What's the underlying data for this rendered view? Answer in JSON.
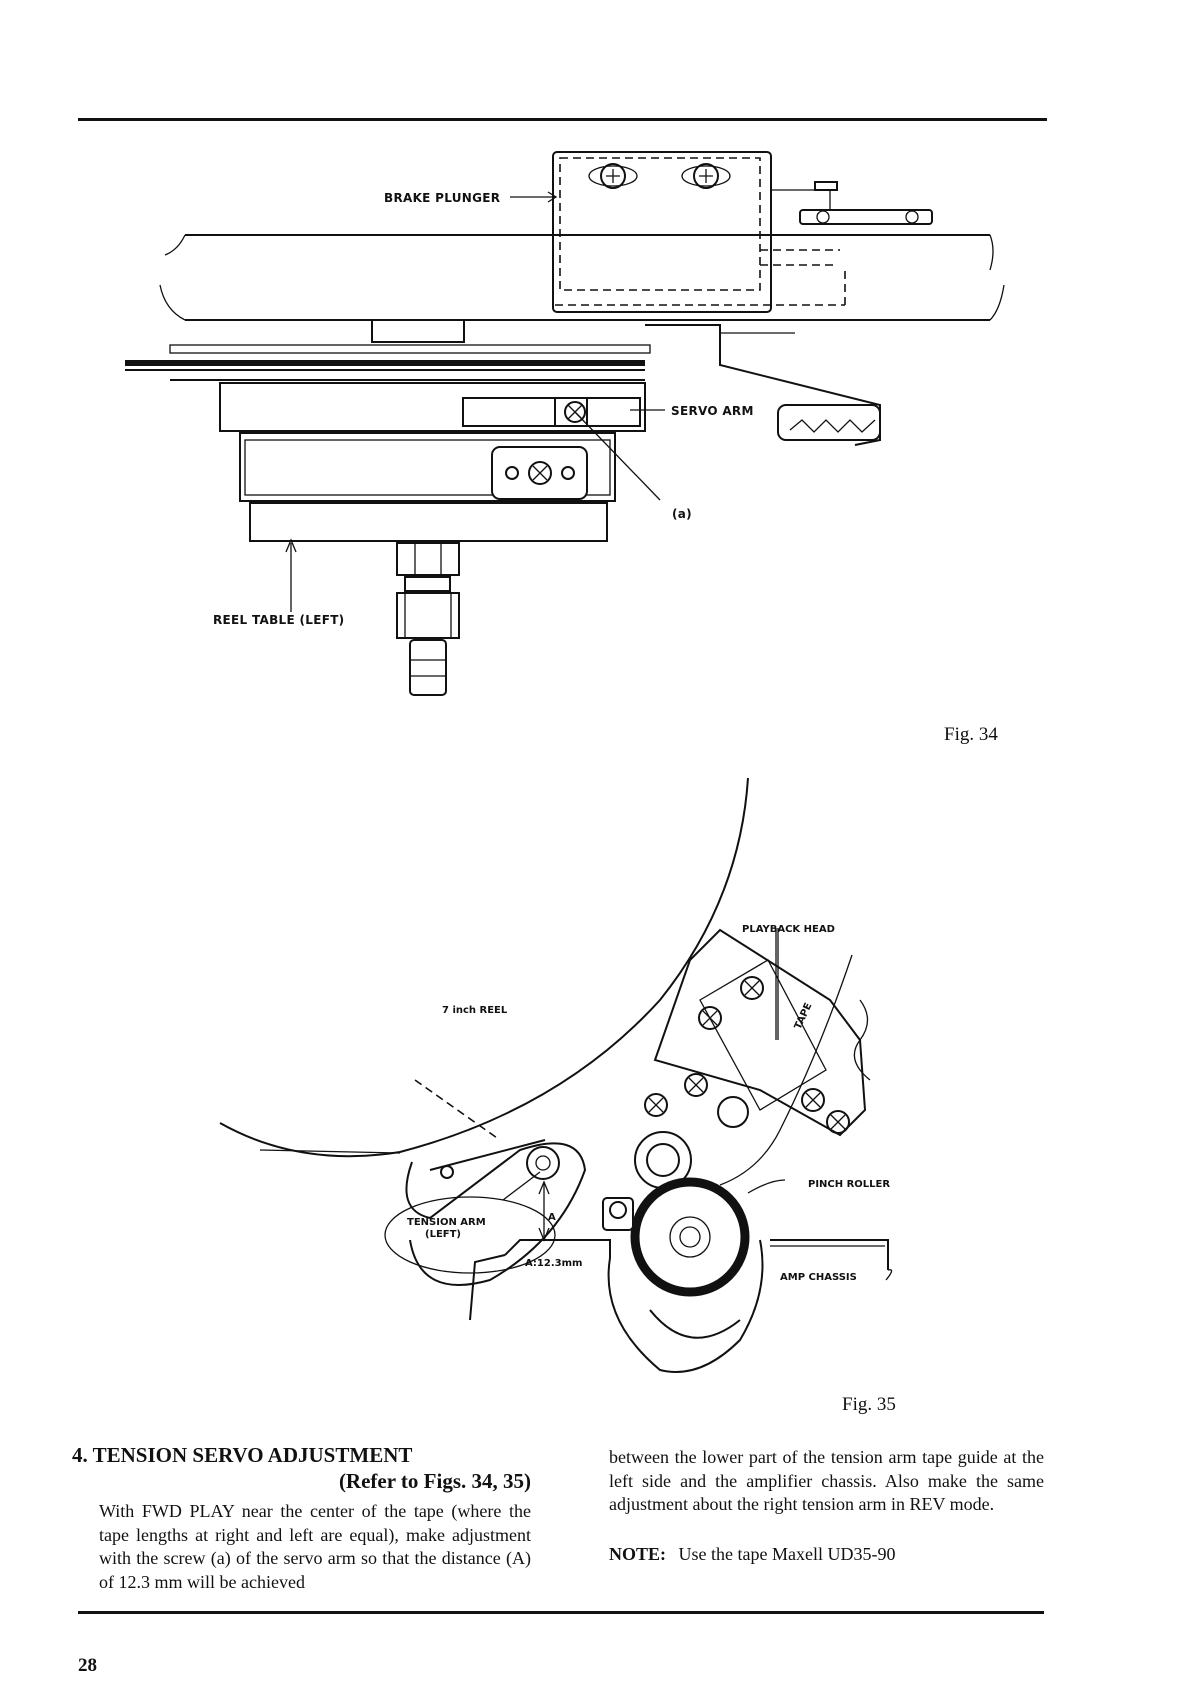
{
  "figure34": {
    "caption": "Fig. 34",
    "labels": {
      "brake_plunger": "BRAKE PLUNGER",
      "servo_arm": "SERVO ARM",
      "screw_a": "(a)",
      "reel_table": "REEL TABLE (LEFT)"
    }
  },
  "figure35": {
    "caption": "Fig. 35",
    "labels": {
      "playback_head": "PLAYBACK HEAD",
      "tape": "TAPE",
      "reel": "7 inch REEL",
      "pinch_roller": "PINCH ROLLER",
      "tension_arm_line1": "TENSION ARM",
      "tension_arm_line2": "(LEFT)",
      "a_marker": "A",
      "distance": "A:12.3mm",
      "amp_chassis": "AMP CHASSIS"
    }
  },
  "section": {
    "heading": "4. TENSION SERVO ADJUSTMENT",
    "subheading": "(Refer to Figs. 34, 35)",
    "paragraph_left": "With FWD PLAY near the center of the tape (where the tape lengths at right and left are equal), make adjustment with the screw (a) of the servo arm so that the distance (A) of 12.3 mm will be achieved",
    "paragraph_right": "between the lower part of the tension arm tape guide at the left side and the amplifier chassis. Also make the same adjustment about the right tension arm in REV mode.",
    "note_label": "NOTE:",
    "note_text": "Use the tape Maxell UD35-90"
  },
  "page_number": "28"
}
